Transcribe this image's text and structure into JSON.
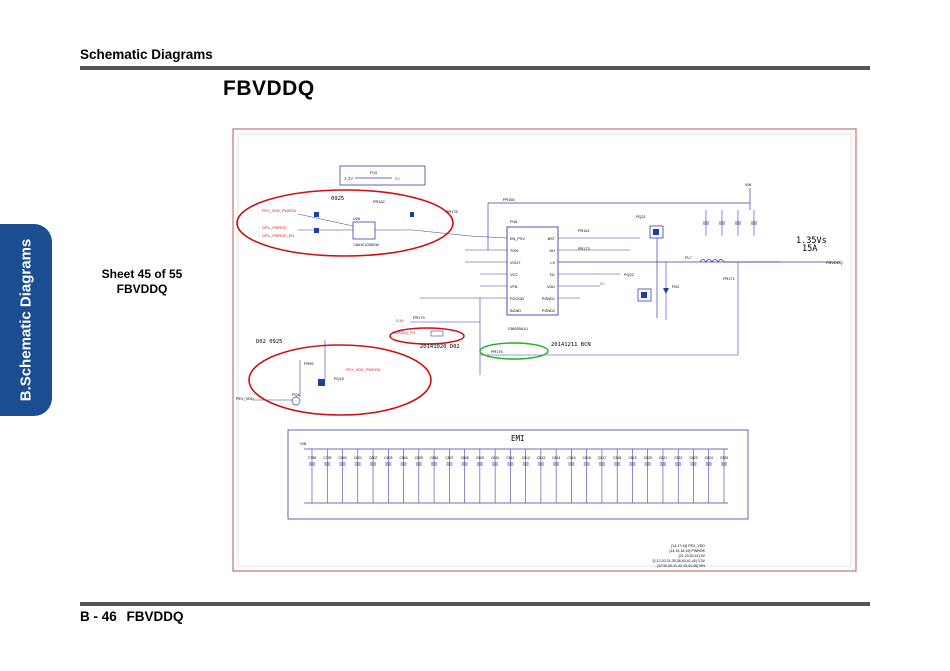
{
  "header": {
    "section": "Schematic  Diagrams"
  },
  "title": "FBVDDQ",
  "side_tab": "B.Schematic Diagrams",
  "sheet": {
    "line1": "Sheet 45 of 55",
    "line2": "FBVDDQ"
  },
  "footer": {
    "page": "B - 46",
    "name": "FBVDDQ"
  },
  "schematic": {
    "notes": {
      "n0925": "0925",
      "d02": "D02  0925",
      "date1": "20141020  D02",
      "date2": "20141211  BCN",
      "emi": "EMI",
      "out_v": "1.35Vs",
      "out_a": "15A"
    },
    "nets": {
      "v33_top": "3.3V",
      "v5_top": "5V",
      "pex_vdd_pwrgd": "PEX_VDD_PWRGD",
      "gpu_pwrok": "GPU_PWROK",
      "gpu_pwrok_en": "GPU_PWROK_EN",
      "pex_vdd": "PEX_VDD",
      "fbvddq_pg": "FBVDDQ_PG",
      "fbvddq": "FBVDDQ",
      "vin": "VIN",
      "v5": "5V",
      "v33": "3.3V",
      "vin_emi": "VIN"
    },
    "ic": {
      "ref": "PU6",
      "part": "G5602RA1U",
      "pins_left": [
        "EN_PSV",
        "TON",
        "VOUT",
        "VCC",
        "VFB",
        "PGOOD",
        "AGND"
      ],
      "pins_right": [
        "BST",
        "DH",
        "LX",
        "DL",
        "VDD",
        "PGND1",
        "PGND2"
      ]
    },
    "parts": {
      "u": "U26",
      "u_part": "74AHC1G08GW",
      "pr162": "PR162",
      "pr165": "PR165",
      "pr173": "PR173",
      "pr175": "PR175",
      "pr178": "PR178",
      "pr179": "PR179",
      "pr161": "PR161",
      "pr171": "PR171",
      "pq21": "PQ21",
      "pq22": "PQ22",
      "pd2": "PD2",
      "pl7": "PL7",
      "pj4": "PJ4",
      "pq4": "PQ4",
      "pr99": "PR99",
      "pq15": "PQ15"
    },
    "emi_caps": [
      "C798",
      "C799",
      "C800",
      "C801",
      "C802",
      "C803",
      "C804",
      "C805",
      "C806",
      "C807",
      "C808",
      "C809",
      "C810",
      "C811",
      "C812",
      "C813",
      "C814",
      "C815",
      "C816",
      "C817",
      "C818",
      "C819",
      "C820",
      "C821",
      "C822",
      "C823",
      "C824",
      "C825"
    ],
    "hier": {
      "h1": "[14,17,44]  PEX_VDD",
      "h2": "[14,15,18,19]  PWROK",
      "h3": "[21,23,30,41]  5V",
      "h4": "[2,12,20,31,35,38,40,41,44]  3.3V",
      "h5": "[12,30,40,41,42,43,44,45]  VIN"
    }
  },
  "colors": {
    "side_tab": "#1b4d91",
    "wire": "#3d3fa8",
    "highlight": "#d01010",
    "green": "#1fb01f",
    "frame": "#c87070",
    "net_red": "#d02020"
  }
}
